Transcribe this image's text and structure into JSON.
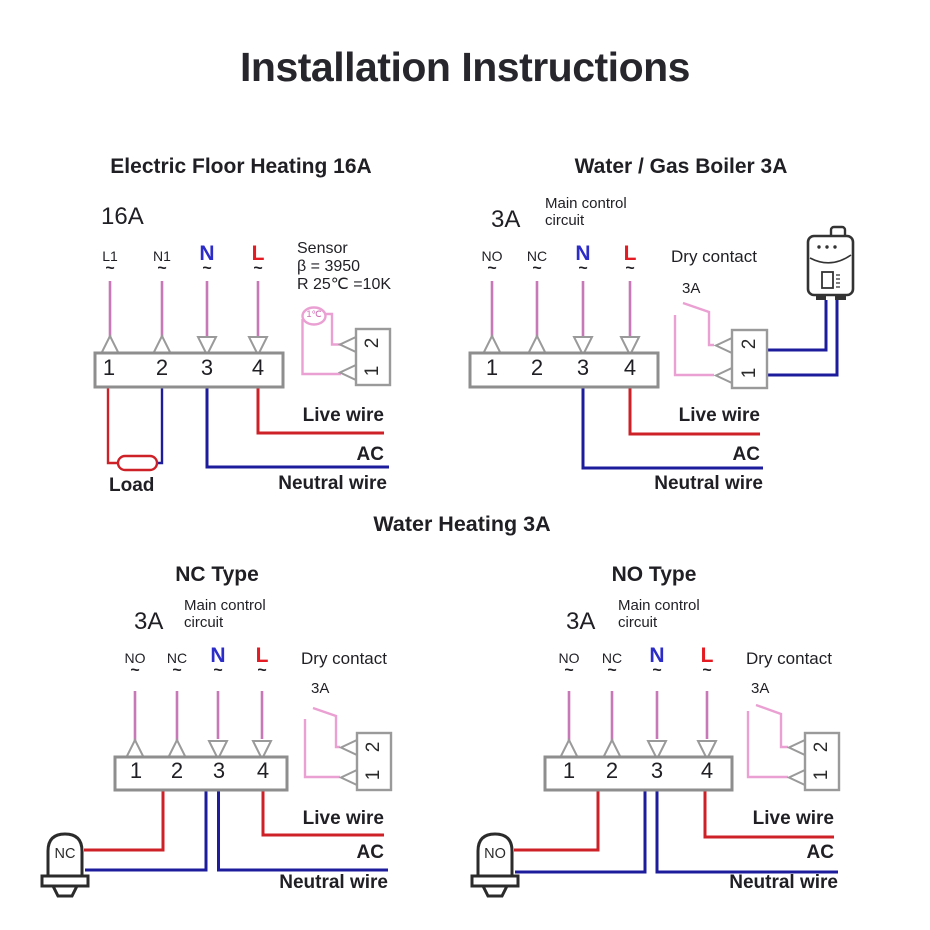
{
  "title": "Installation Instructions",
  "symbols": {
    "tilde": "~"
  },
  "colors": {
    "terminal_wire_pink": "#c878b6",
    "contact_wire_pink": "#eaa0d2",
    "live_red": "#cd2027",
    "neutral_navy": "#1c1c9c",
    "label_n_blue": "#2c2cc8",
    "label_l_red": "#e41b22",
    "block_border_gray": "#8e8e8e",
    "text_black": "#1f1f24"
  },
  "floor": {
    "heading": "Electric Floor Heating 16A",
    "amp": "16A",
    "terminals": [
      "L1",
      "N1",
      "N",
      "L"
    ],
    "block": [
      "1",
      "2",
      "3",
      "4"
    ],
    "sensor": {
      "title": "Sensor",
      "beta": "β = 3950",
      "resistance": "R 25℃ =10K",
      "bulb": "1℃",
      "block": [
        "1",
        "2"
      ]
    },
    "load_label": "Load",
    "live_label": "Live wire",
    "ac_label": "AC",
    "neutral_label": "Neutral wire"
  },
  "boiler": {
    "heading": "Water / Gas Boiler 3A",
    "amp": "3A",
    "main_control": [
      "Main control",
      "circuit"
    ],
    "terminals": [
      "NO",
      "NC",
      "N",
      "L"
    ],
    "block": [
      "1",
      "2",
      "3",
      "4"
    ],
    "dry_contact": "Dry contact",
    "contact_amp": "3A",
    "relay_block": [
      "1",
      "2"
    ],
    "live_label": "Live wire",
    "ac_label": "AC",
    "neutral_label": "Neutral wire"
  },
  "water": {
    "heading": "Water Heating 3A",
    "nc": {
      "heading": "NC Type",
      "amp": "3A",
      "main_control": [
        "Main control",
        "circuit"
      ],
      "terminals": [
        "NO",
        "NC",
        "N",
        "L"
      ],
      "block": [
        "1",
        "2",
        "3",
        "4"
      ],
      "dry_contact": "Dry contact",
      "contact_amp": "3A",
      "relay_block": [
        "1",
        "2"
      ],
      "valve_label": "NC",
      "live_label": "Live wire",
      "ac_label": "AC",
      "neutral_label": "Neutral wire"
    },
    "no": {
      "heading": "NO Type",
      "amp": "3A",
      "main_control": [
        "Main control",
        "circuit"
      ],
      "terminals": [
        "NO",
        "NC",
        "N",
        "L"
      ],
      "block": [
        "1",
        "2",
        "3",
        "4"
      ],
      "dry_contact": "Dry contact",
      "contact_amp": "3A",
      "relay_block": [
        "1",
        "2"
      ],
      "valve_label": "NO",
      "live_label": "Live wire",
      "ac_label": "AC",
      "neutral_label": "Neutral wire"
    }
  }
}
